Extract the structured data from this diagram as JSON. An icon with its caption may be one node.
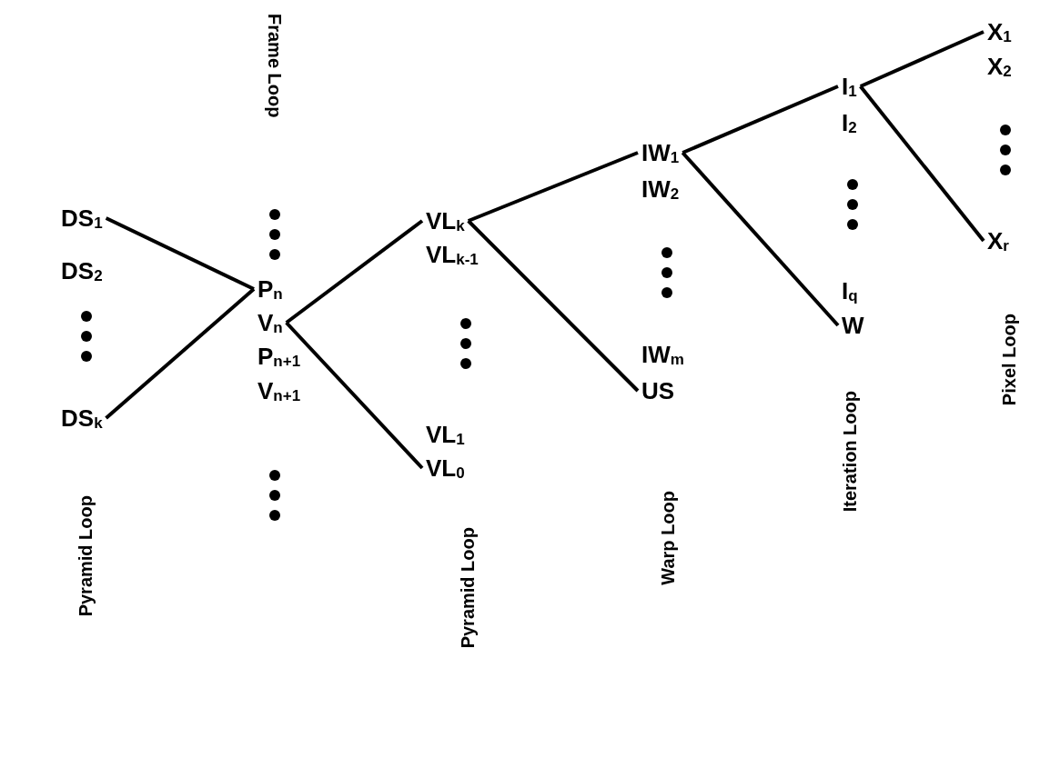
{
  "diagram": {
    "nodes": [
      {
        "text": [
          "DS$_{1}$"
        ]
      },
      {
        "text": [
          "DS$_{2}$"
        ]
      },
      {
        "text": [
          "DS$_{k}$"
        ]
      },
      {
        "text": [
          "P$_{n}$"
        ]
      },
      {
        "text": [
          "V$_{n}$"
        ]
      },
      {
        "text": [
          "P$_{n+1}$"
        ]
      },
      {
        "text": [
          "V$_{n+1}$"
        ]
      },
      {
        "text": [
          "VL$_{k}$"
        ]
      },
      {
        "text": [
          "VL$_{k-1}$"
        ]
      },
      {
        "text": [
          "VL$_{1}$"
        ]
      },
      {
        "text": [
          "VL$_{0}$"
        ]
      },
      {
        "text": [
          "IW$_{1}$"
        ]
      },
      {
        "text": [
          "IW$_{2}$"
        ]
      },
      {
        "text": [
          "IW$_{m}$"
        ]
      },
      {
        "text": [
          "US"
        ]
      },
      {
        "text": [
          "I$_{1}$"
        ]
      },
      {
        "text": [
          "I$_{2}$"
        ]
      },
      {
        "text": [
          "I$_{q}$"
        ]
      },
      {
        "text": [
          "W"
        ]
      },
      {
        "text": [
          "X$_{1}$"
        ]
      },
      {
        "text": [
          "X$_{2}$"
        ]
      },
      {
        "text": [
          "X$_{r}$"
        ]
      }
    ],
    "edges": [
      {
        "from": 0,
        "to": 3,
        "arrow": "none"
      },
      {
        "from": 2,
        "to": 3,
        "arrow": "none"
      },
      {
        "from": 4,
        "to": 7,
        "arrow": "none"
      },
      {
        "from": 4,
        "to": 10,
        "arrow": "none"
      },
      {
        "from": 7,
        "to": 11,
        "arrow": "none"
      },
      {
        "from": 7,
        "to": 14,
        "arrow": "none"
      },
      {
        "from": 11,
        "to": 15,
        "arrow": "none"
      },
      {
        "from": 11,
        "to": 18,
        "arrow": "none"
      },
      {
        "from": 15,
        "to": 19,
        "arrow": "none"
      },
      {
        "from": 15,
        "to": 21,
        "arrow": "none"
      }
    ],
    "labels": [
      "Frame Loop",
      "Pyramid Loop",
      "Pyramid Loop",
      "Warp Loop",
      "Iteration Loop",
      "Pixel Loop"
    ]
  }
}
